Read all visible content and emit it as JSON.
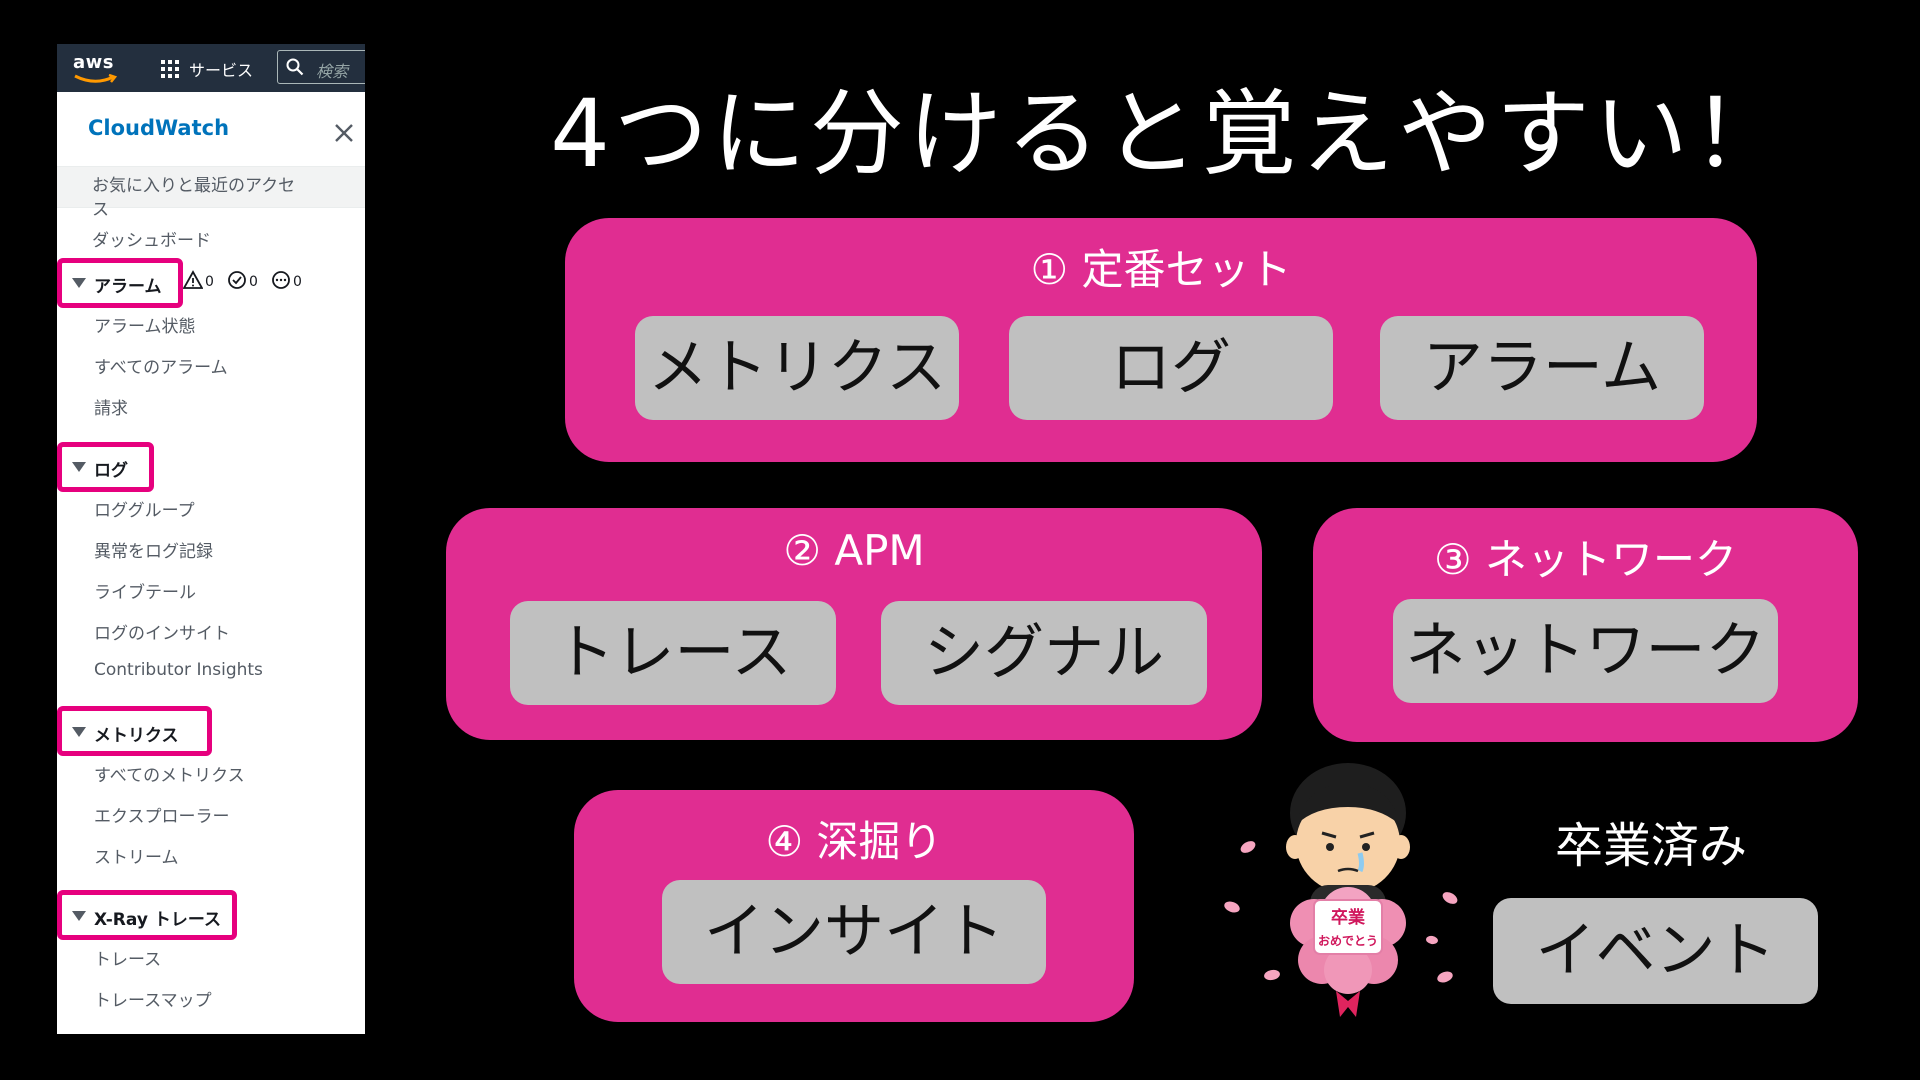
{
  "aws_console": {
    "logo_text": "aws",
    "services_label": "サービス",
    "search_placeholder": "検索",
    "panel_title": "CloudWatch",
    "favorites_label": "お気に入りと最近のアクセス",
    "dashboard_label": "ダッシュボード",
    "sections": [
      {
        "title": "アラーム",
        "items": [
          "アラーム状態",
          "すべてのアラーム",
          "請求"
        ]
      },
      {
        "title": "ログ",
        "items": [
          "ロググループ",
          "異常をログ記録",
          "ライブテール",
          "ログのインサイト",
          "Contributor Insights"
        ]
      },
      {
        "title": "メトリクス",
        "items": [
          "すべてのメトリクス",
          "エクスプローラー",
          "ストリーム"
        ]
      },
      {
        "title": "X-Ray トレース",
        "items": [
          "トレース",
          "トレースマップ"
        ]
      }
    ],
    "alarm_counts": {
      "alarm": "0",
      "ok": "0",
      "insufficient": "0"
    },
    "highlight_color": "#e6007e"
  },
  "slide": {
    "title": "4つに分けると覚えやすい！",
    "accent_color": "#e02d91",
    "groups": [
      {
        "label": "① 定番セット",
        "chips": [
          "メトリクス",
          "ログ",
          "アラーム"
        ]
      },
      {
        "label": "② APM",
        "chips": [
          "トレース",
          "シグナル"
        ]
      },
      {
        "label": "③ ネットワーク",
        "chips": [
          "ネットワーク"
        ]
      },
      {
        "label": "④ 深掘り",
        "chips": [
          "インサイト"
        ]
      }
    ],
    "graduated": {
      "label": "卒業済み",
      "chip": "イベント",
      "illustration_text": "卒業おめでとう",
      "illustration_icon": "graduation-illustration"
    }
  }
}
